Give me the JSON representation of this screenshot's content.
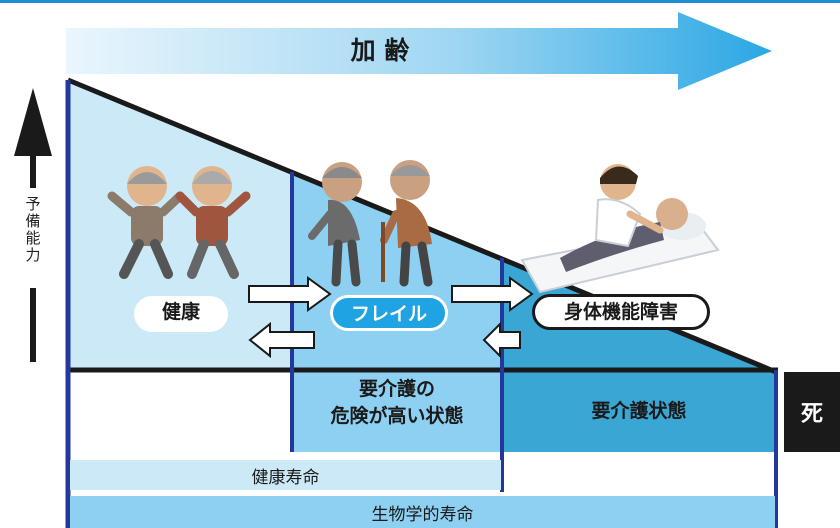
{
  "aging_label": "加 齢",
  "y_axis_label": [
    "予",
    "備",
    "能",
    "力"
  ],
  "stages": {
    "healthy": "健康",
    "frailty": "フレイル",
    "disability": "身体機能障害"
  },
  "zones": {
    "at_risk": [
      "要介護の",
      "危険が高い状態"
    ],
    "care_needed": "要介護状態"
  },
  "death_label": "死",
  "lifespans": {
    "healthy_life": "健康寿命",
    "biological_life": "生物学的寿命"
  },
  "colors": {
    "light_blue": "#cce9f8",
    "mid_blue": "#8dd0f1",
    "deep_blue": "#3aa6d4",
    "navy_line": "#24379a",
    "frailty_pill": "#1fa3e3"
  }
}
